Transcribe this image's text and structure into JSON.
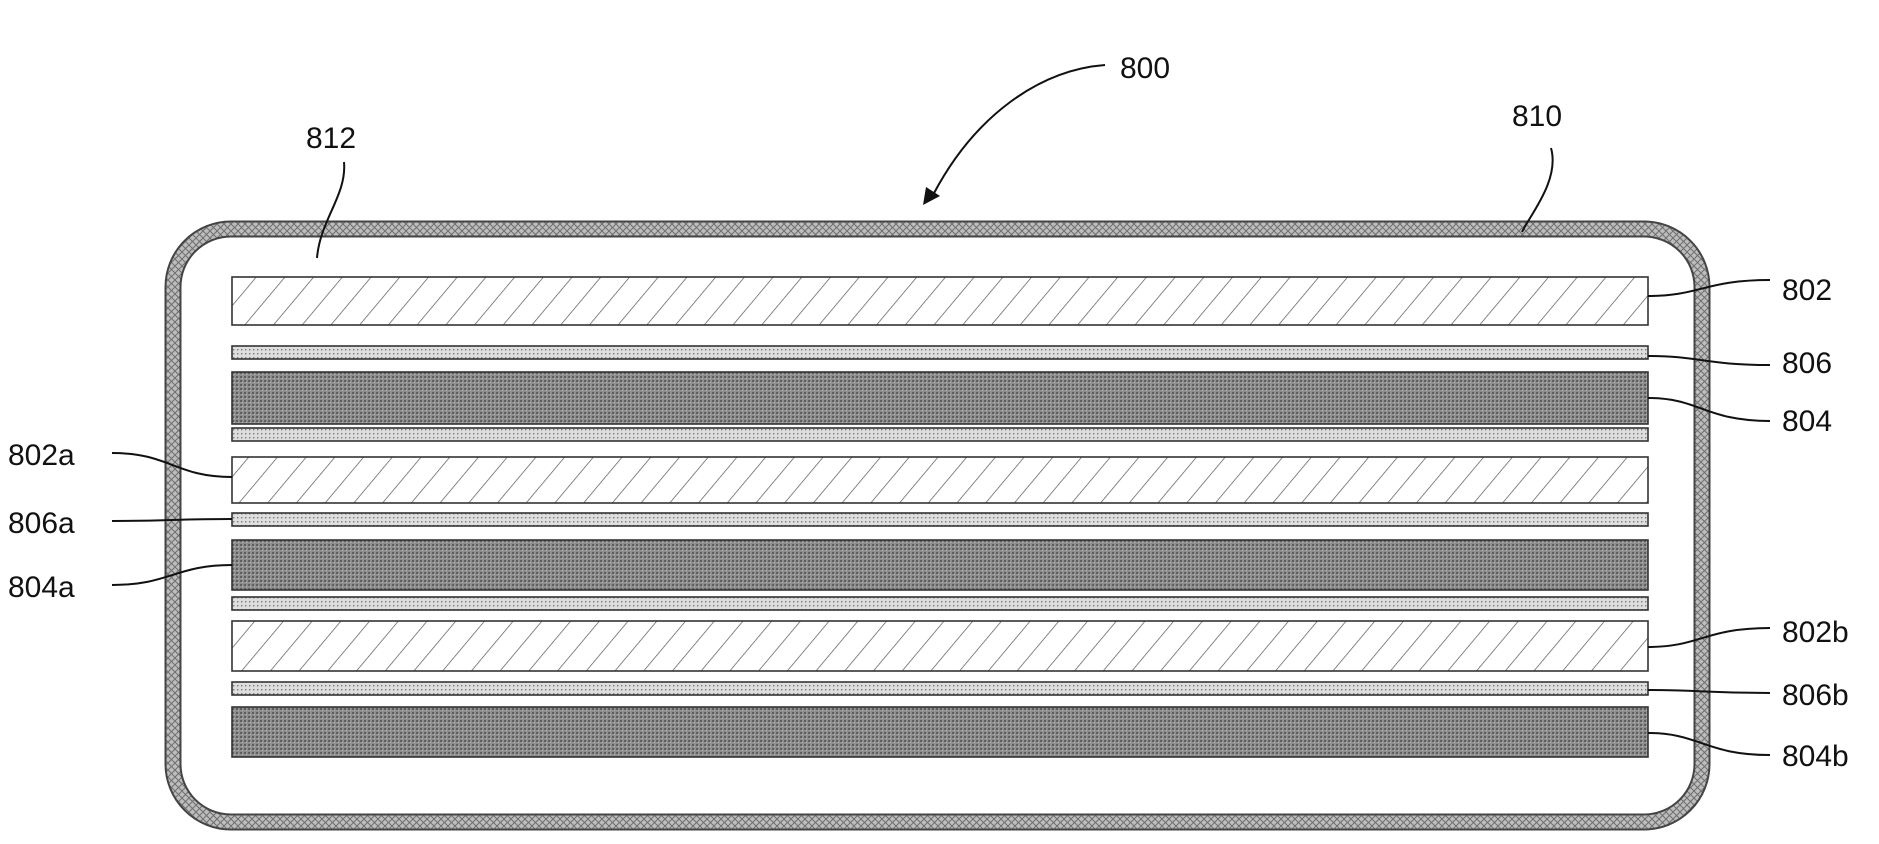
{
  "figure": {
    "device_label": "800",
    "housing_label": "810",
    "interior_label": "812",
    "layers": [
      {
        "id": "layer-802",
        "kind": "diagonal-hatch",
        "label": "802"
      },
      {
        "id": "layer-806",
        "kind": "dotted-thin",
        "label": "806"
      },
      {
        "id": "layer-804",
        "kind": "dense-dotted",
        "label": "804"
      },
      {
        "id": "layer-sep-1",
        "kind": "dotted-thin",
        "label": ""
      },
      {
        "id": "layer-802a",
        "kind": "diagonal-hatch",
        "label": "802a"
      },
      {
        "id": "layer-806a",
        "kind": "dotted-thin",
        "label": "806a"
      },
      {
        "id": "layer-804a",
        "kind": "dense-dotted",
        "label": "804a"
      },
      {
        "id": "layer-sep-2",
        "kind": "dotted-thin",
        "label": ""
      },
      {
        "id": "layer-802b",
        "kind": "diagonal-hatch",
        "label": "802b"
      },
      {
        "id": "layer-806b",
        "kind": "dotted-thin",
        "label": "806b"
      },
      {
        "id": "layer-804b",
        "kind": "dense-dotted",
        "label": "804b"
      }
    ]
  }
}
